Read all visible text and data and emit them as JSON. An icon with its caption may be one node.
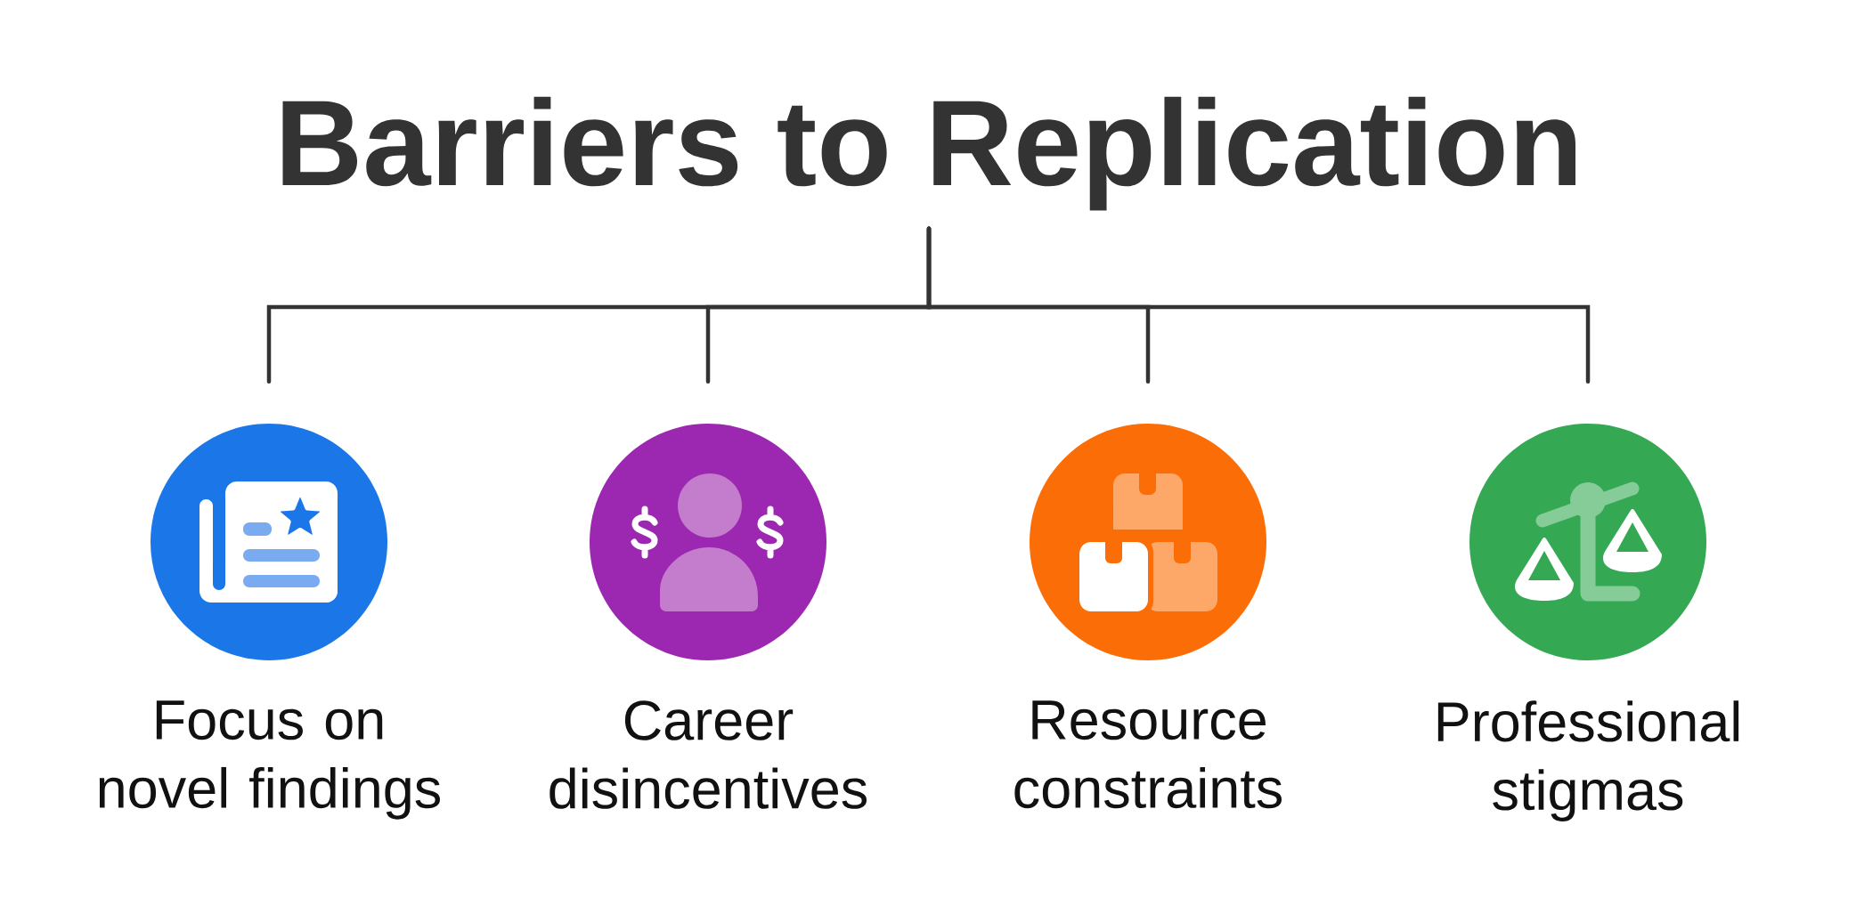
{
  "diagram": {
    "nodes": [
      {
        "text": [
          "Barriers to Replication"
        ]
      },
      {
        "text": [
          "Focus on novel findings"
        ]
      },
      {
        "text": [
          "Career disincentives"
        ]
      },
      {
        "text": [
          "Resource constraints"
        ]
      },
      {
        "text": [
          "Professional stigmas"
        ]
      }
    ],
    "edges": [
      {
        "from": 0,
        "to": 1,
        "arrow": "none"
      },
      {
        "from": 0,
        "to": 2,
        "arrow": "none"
      },
      {
        "from": 0,
        "to": 3,
        "arrow": "none"
      },
      {
        "from": 0,
        "to": 4,
        "arrow": "none"
      }
    ]
  }
}
